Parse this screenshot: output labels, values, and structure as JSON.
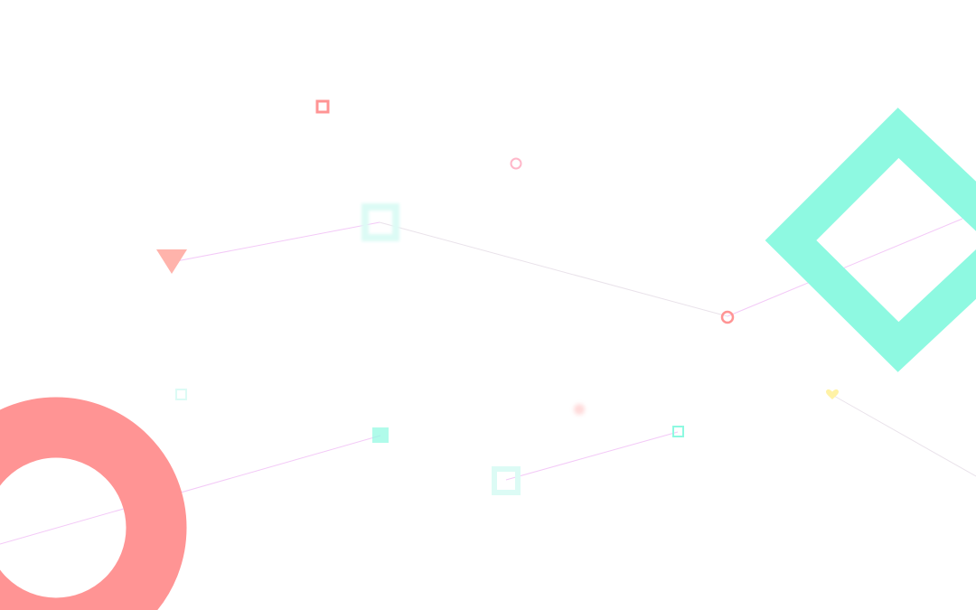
{
  "background": "#ffffff",
  "palette": {
    "coral": "#ff9494",
    "coral_light": "#ffb3ab",
    "pink": "#ffb7c9",
    "mint": "#8ef9e1",
    "mint_pale": "#dcfbf5",
    "yellow": "#fff2a6",
    "line_violet": "#f3c9f7",
    "line_gray": "#e9e2ea"
  },
  "shapes": [
    {
      "name": "large-diamond-outline",
      "kind": "diamond-outline",
      "color": "mint"
    },
    {
      "name": "large-ring",
      "kind": "ring",
      "color": "coral"
    },
    {
      "name": "small-triangle",
      "kind": "triangle-down",
      "color": "coral_light"
    },
    {
      "name": "small-square-outline-top",
      "kind": "square-outline",
      "color": "coral"
    },
    {
      "name": "small-circle-outline-top",
      "kind": "circle-outline",
      "color": "pink"
    },
    {
      "name": "glow-square-outline",
      "kind": "square-outline",
      "color": "mint_pale"
    },
    {
      "name": "small-circle-outline-mid",
      "kind": "circle-outline",
      "color": "coral"
    },
    {
      "name": "tiny-square-outline-left",
      "kind": "square-outline",
      "color": "mint_pale"
    },
    {
      "name": "small-filled-square",
      "kind": "square",
      "color": "mint"
    },
    {
      "name": "blurred-dot",
      "kind": "dot",
      "color": "coral"
    },
    {
      "name": "tiny-square-outline-right",
      "kind": "square-outline",
      "color": "mint"
    },
    {
      "name": "square-outline-bottom",
      "kind": "square-outline",
      "color": "mint_pale"
    },
    {
      "name": "tiny-heart",
      "kind": "heart",
      "color": "yellow"
    }
  ],
  "connector_lines": [
    {
      "name": "line-triangle-to-glow-square",
      "color": "line_violet"
    },
    {
      "name": "line-glow-square-to-circle",
      "color": "line_gray"
    },
    {
      "name": "line-circle-to-diamond",
      "color": "line_violet"
    },
    {
      "name": "line-ring-to-filled-square",
      "color": "line_violet"
    },
    {
      "name": "line-bottom-square-to-right-square",
      "color": "line_violet"
    },
    {
      "name": "line-heart-to-edge",
      "color": "line_gray"
    }
  ]
}
